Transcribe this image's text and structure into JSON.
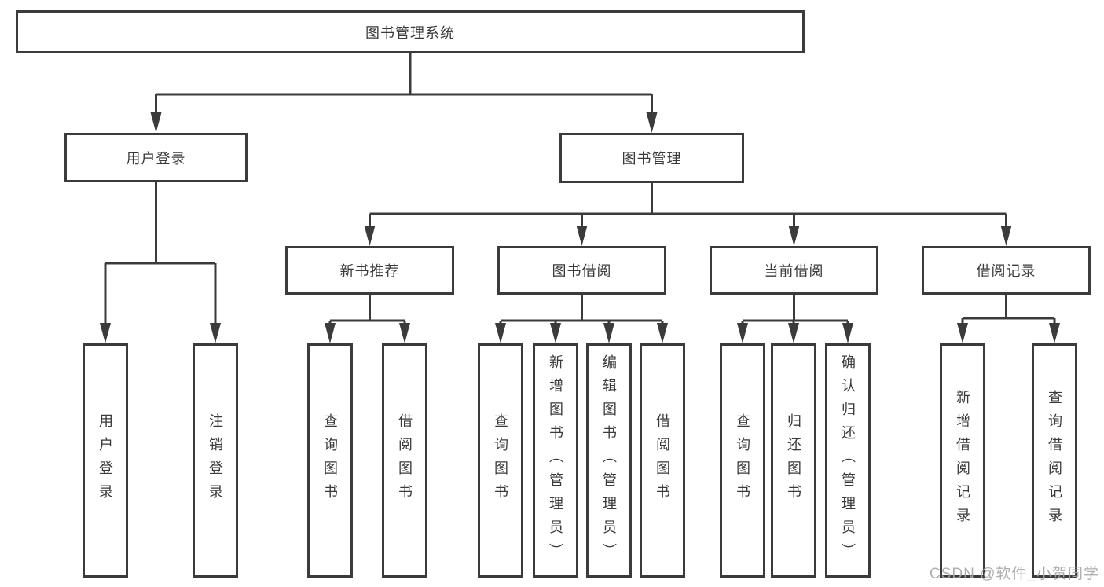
{
  "colors": {
    "line": "#3b3b3b",
    "box_border": "#3b3b3b",
    "text": "#3a3a3a",
    "background": "#ffffff",
    "watermark": "#a8a8aa"
  },
  "watermark": {
    "text": "CSDN @软件_小贺同学"
  },
  "tree": {
    "root": {
      "label": "图书管理系统"
    },
    "user_login": {
      "label": "用户登录",
      "children": [
        {
          "label": "用户登录"
        },
        {
          "label": "注销登录"
        }
      ]
    },
    "book_mgmt": {
      "label": "图书管理",
      "groups": [
        {
          "label": "新书推荐",
          "children": [
            {
              "label": "查询图书"
            },
            {
              "label": "借阅图书"
            }
          ]
        },
        {
          "label": "图书借阅",
          "children": [
            {
              "label": "查询图书"
            },
            {
              "label": "新增图书（管理员）"
            },
            {
              "label": "编辑图书（管理员）"
            },
            {
              "label": "借阅图书"
            }
          ]
        },
        {
          "label": "当前借阅",
          "children": [
            {
              "label": "查询图书"
            },
            {
              "label": "归还图书"
            },
            {
              "label": "确认归还（管理员）"
            }
          ]
        },
        {
          "label": "借阅记录",
          "children": [
            {
              "label": "新增借阅记录"
            },
            {
              "label": "查询借阅记录"
            }
          ]
        }
      ]
    }
  }
}
